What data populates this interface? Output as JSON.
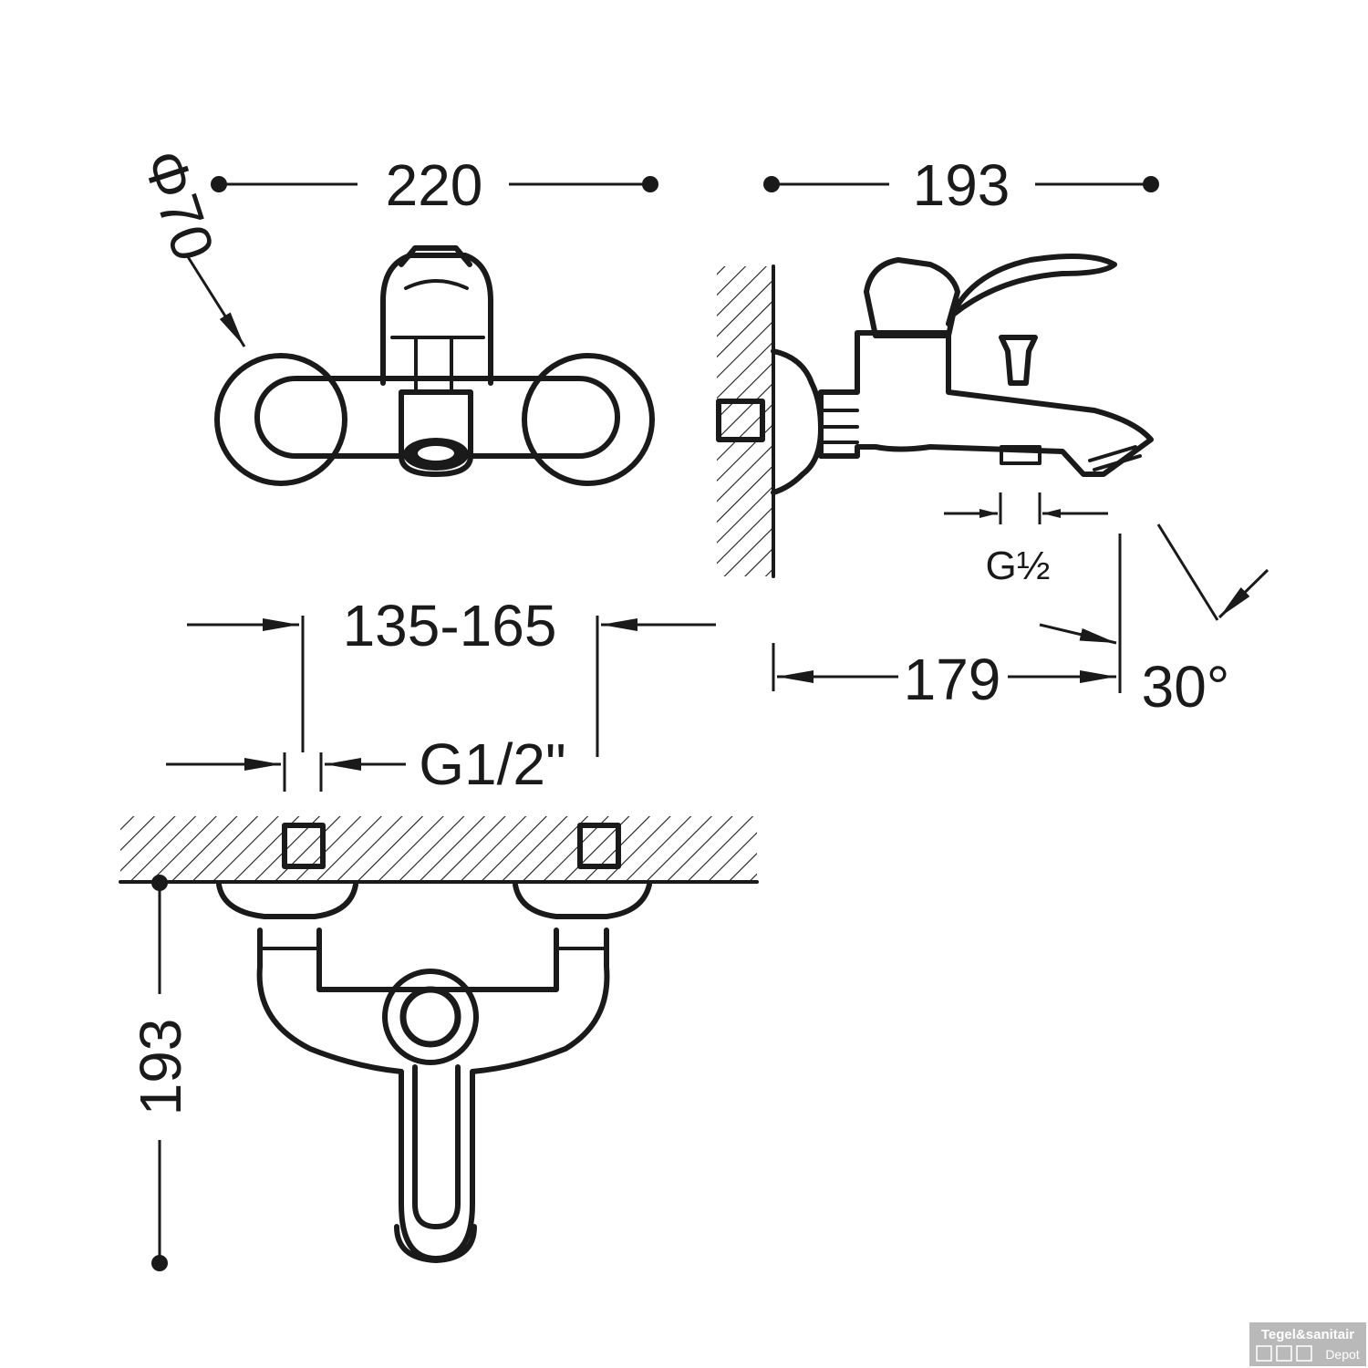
{
  "dimensions": {
    "front_width": "220",
    "side_depth": "193",
    "diameter": "Φ70",
    "inlet_centres": "135-165",
    "inlet_thread": "G1/2\"",
    "outlet_thread": "G½",
    "spout_reach": "179",
    "spout_angle": "30°",
    "top_height": "193"
  },
  "watermark": {
    "line1": "Tegel&sanitair",
    "line2": "Depot"
  }
}
